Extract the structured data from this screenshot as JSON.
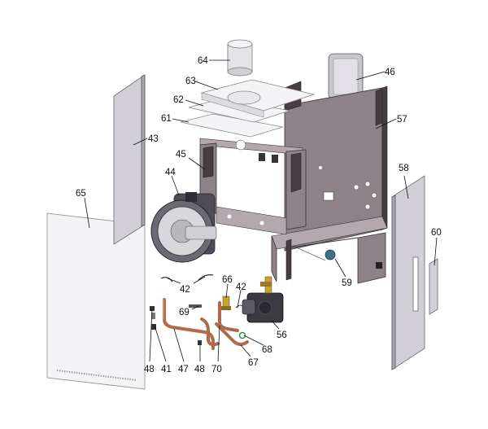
{
  "callouts": [
    {
      "id": "64",
      "text": "64"
    },
    {
      "id": "46",
      "text": "46"
    },
    {
      "id": "63",
      "text": "63"
    },
    {
      "id": "62",
      "text": "62"
    },
    {
      "id": "57",
      "text": "57"
    },
    {
      "id": "61",
      "text": "61"
    },
    {
      "id": "43",
      "text": "43"
    },
    {
      "id": "45",
      "text": "45"
    },
    {
      "id": "44",
      "text": "44"
    },
    {
      "id": "58",
      "text": "58"
    },
    {
      "id": "65",
      "text": "65"
    },
    {
      "id": "60",
      "text": "60"
    },
    {
      "id": "59",
      "text": "59"
    },
    {
      "id": "66",
      "text": "66"
    },
    {
      "id": "42a",
      "text": "42"
    },
    {
      "id": "42b",
      "text": "42"
    },
    {
      "id": "69",
      "text": "69"
    },
    {
      "id": "56",
      "text": "56"
    },
    {
      "id": "68",
      "text": "68"
    },
    {
      "id": "67",
      "text": "67"
    },
    {
      "id": "48a",
      "text": "48"
    },
    {
      "id": "41",
      "text": "41"
    },
    {
      "id": "47",
      "text": "47"
    },
    {
      "id": "48b",
      "text": "48"
    },
    {
      "id": "70",
      "text": "70"
    }
  ],
  "colors": {
    "frame": "#8e8288",
    "panel": "#d2d0d6",
    "copper": "#b06a4a",
    "label": "#111111"
  }
}
